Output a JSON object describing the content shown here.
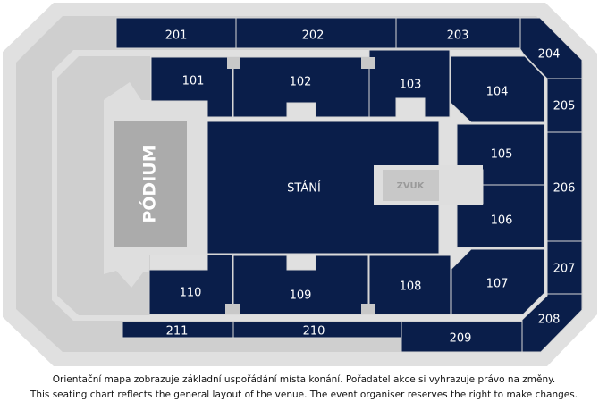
{
  "colors": {
    "section": "#0a1e4a",
    "outer": "#e0e0e0",
    "band": "#cfcfcf",
    "podium": "#ababab",
    "sound": "#c8c8c8"
  },
  "stage_label": "PÓDIUM",
  "standing_label": "STÁNÍ",
  "sound_label": "ZVUK",
  "sections": {
    "s101": "101",
    "s102": "102",
    "s103": "103",
    "s104": "104",
    "s105": "105",
    "s106": "106",
    "s107": "107",
    "s108": "108",
    "s109": "109",
    "s110": "110",
    "s201": "201",
    "s202": "202",
    "s203": "203",
    "s204": "204",
    "s205": "205",
    "s206": "206",
    "s207": "207",
    "s208": "208",
    "s209": "209",
    "s210": "210",
    "s211": "211"
  },
  "caption": {
    "cz": "Orientační mapa zobrazuje základní uspořádání místa konání. Pořadatel akce si vyhrazuje právo na změny.",
    "en": "This seating chart reflects the general layout of the venue. The event organiser reserves the right to make changes."
  }
}
